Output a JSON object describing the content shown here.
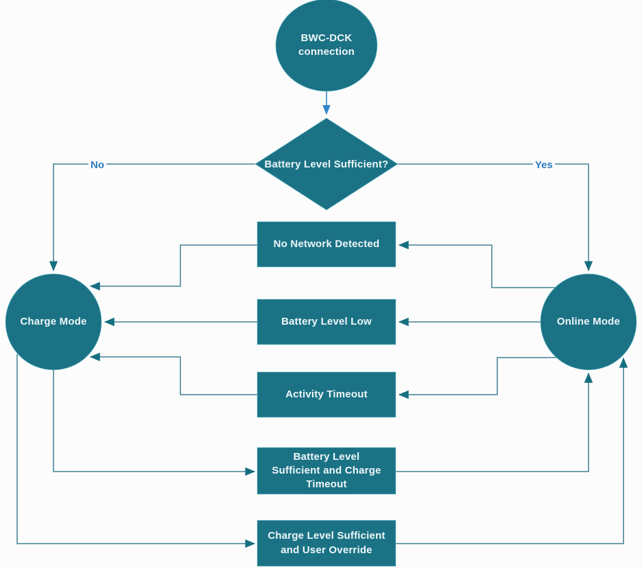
{
  "diagram": {
    "nodes": {
      "start": {
        "label": "BWC-DCK connection"
      },
      "decision": {
        "label": "Battery Level Sufficient?"
      },
      "charge_mode": {
        "label": "Charge Mode"
      },
      "online_mode": {
        "label": "Online Mode"
      },
      "no_network": {
        "label": "No Network Detected"
      },
      "battery_low": {
        "label": "Battery Level Low"
      },
      "activity_timeout": {
        "label": "Activity Timeout"
      },
      "charge_timeout": {
        "label": "Battery Level Sufficient  and Charge Timeout"
      },
      "user_override": {
        "label": "Charge Level Sufficient and User Override"
      }
    },
    "edge_labels": {
      "no": "No",
      "yes": "Yes"
    },
    "colors": {
      "node_fill": "#1b7285",
      "node_text": "#eef7f9",
      "connector": "#5d92a3",
      "arrowhead": "#166f80",
      "blue_connector": "#2e86cd",
      "edge_label_text": "#2e7cc3",
      "background": "#fcfcfc"
    }
  }
}
